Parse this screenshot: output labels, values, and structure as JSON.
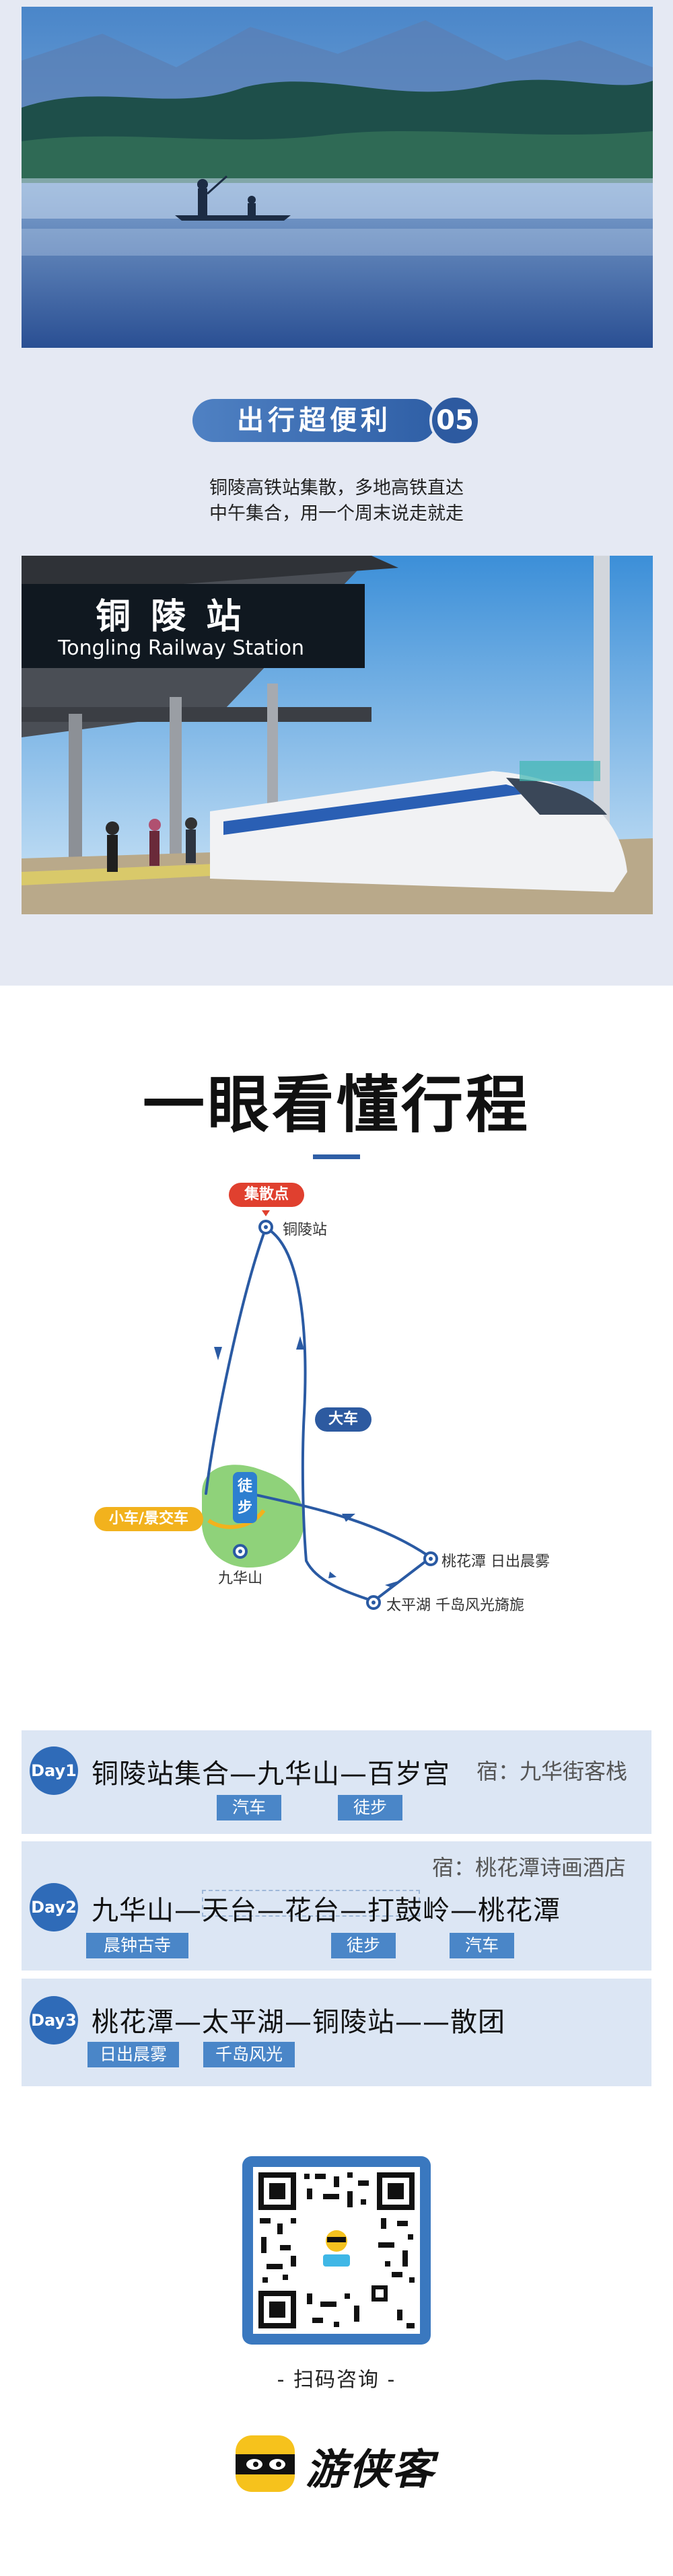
{
  "section": {
    "title": "出行超便利",
    "number": "05",
    "desc_line1": "铜陵高铁站集散，多地高铁直达",
    "desc_line2": "中午集合，用一个周末说走就走"
  },
  "station_sign": {
    "cn": "铜 陵 站",
    "en": "Tongling Railway Station"
  },
  "itinerary": {
    "title": "一眼看懂行程"
  },
  "map": {
    "meet_tag": "集散点",
    "bus_tag": "大车",
    "small_car_tag": "小车/景交车",
    "walk_tag": "徒步",
    "stations": {
      "tongling": "铜陵站",
      "jiuhua": "九华山",
      "taohuatan": "桃花潭 日出晨雾",
      "taiping": "太平湖 千岛风光旖旎"
    }
  },
  "days": [
    {
      "badge": "Day1",
      "route": "铜陵站集合—九华山—百岁宫",
      "stay": "宿：九华街客栈",
      "chips": [
        "汽车",
        "徒步"
      ]
    },
    {
      "badge": "Day2",
      "route": "九华山—天台—花台—打鼓岭—桃花潭",
      "stay": "宿：桃花潭诗画酒店",
      "chips": [
        "晨钟古寺",
        "徒步",
        "汽车"
      ]
    },
    {
      "badge": "Day3",
      "route": "桃花潭—太平湖—铜陵站——散团",
      "stay": "",
      "chips": [
        "日出晨雾",
        "千岛风光"
      ]
    }
  ],
  "qr": {
    "caption": "- 扫码咨询 -"
  },
  "brand": {
    "name": "游侠客"
  },
  "colors": {
    "primary": "#2f5fa6",
    "accent_red": "#e0402f",
    "accent_yellow": "#f2b21d",
    "card_bg": "#dce6f4",
    "section_bg": "#e5e9f3",
    "route_line": "#2a5aa3",
    "park_green": "#8fd27a"
  }
}
